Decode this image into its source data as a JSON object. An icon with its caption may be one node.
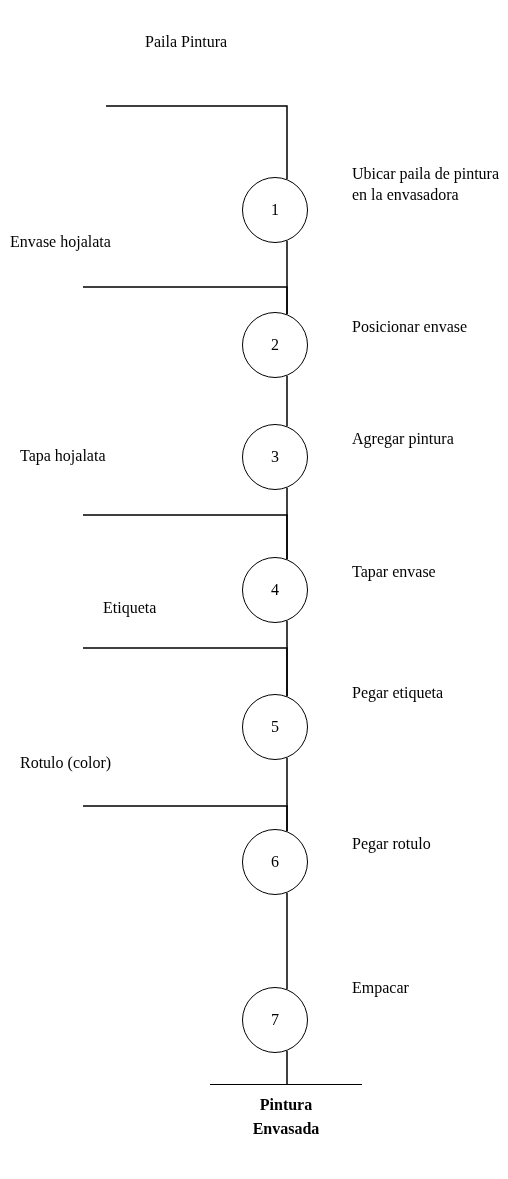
{
  "diagram": {
    "nodes": [
      {
        "text": [
          "Paila Pintura"
        ]
      },
      {
        "text": [
          "1"
        ],
        "beside": [
          "Ubicar paila de pintura en la envasadora"
        ]
      },
      {
        "text": [
          "Envase hojalata"
        ]
      },
      {
        "text": [
          "2"
        ],
        "beside": [
          "Posicionar envase"
        ]
      },
      {
        "text": [
          "3"
        ],
        "beside": [
          "Agregar pintura"
        ]
      },
      {
        "text": [
          "Tapa hojalata"
        ]
      },
      {
        "text": [
          "4"
        ],
        "beside": [
          "Tapar envase"
        ]
      },
      {
        "text": [
          "Etiqueta"
        ]
      },
      {
        "text": [
          "5"
        ],
        "beside": [
          "Pegar etiqueta"
        ]
      },
      {
        "text": [
          "Rotulo (color)"
        ]
      },
      {
        "text": [
          "6"
        ],
        "beside": [
          "Pegar rotulo"
        ]
      },
      {
        "text": [
          "7"
        ],
        "beside": [
          "Empacar"
        ]
      },
      {
        "text": [
          "Pintura Envasada"
        ]
      }
    ],
    "edges": [
      {
        "from": 0,
        "to": 1,
        "arrow": "none"
      },
      {
        "from": 1,
        "to": 3,
        "arrow": "none"
      },
      {
        "from": 2,
        "to": 3,
        "arrow": "none"
      },
      {
        "from": 3,
        "to": 4,
        "arrow": "none"
      },
      {
        "from": 4,
        "to": 6,
        "arrow": "none"
      },
      {
        "from": 5,
        "to": 6,
        "arrow": "none"
      },
      {
        "from": 6,
        "to": 8,
        "arrow": "none"
      },
      {
        "from": 7,
        "to": 8,
        "arrow": "none"
      },
      {
        "from": 8,
        "to": 10,
        "arrow": "none"
      },
      {
        "from": 9,
        "to": 10,
        "arrow": "none"
      },
      {
        "from": 10,
        "to": 11,
        "arrow": "none"
      },
      {
        "from": 11,
        "to": 12,
        "arrow": "none"
      }
    ]
  }
}
